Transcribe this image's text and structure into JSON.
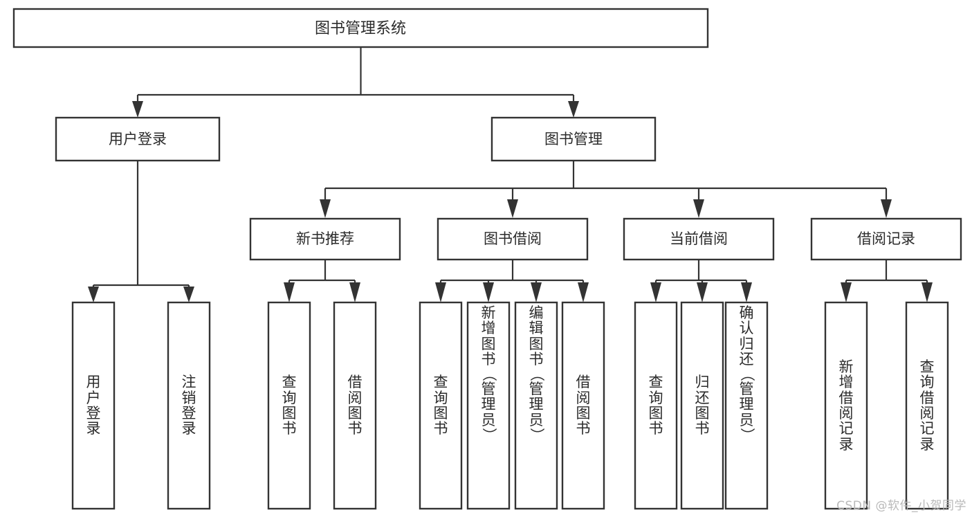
{
  "diagram": {
    "title_node": {
      "id": "root",
      "label": "图书管理系统"
    },
    "level2": [
      {
        "id": "user-login",
        "label": "用户登录"
      },
      {
        "id": "book-management",
        "label": "图书管理"
      }
    ],
    "level3": [
      {
        "id": "new-book-recommend",
        "label": "新书推荐"
      },
      {
        "id": "book-borrow",
        "label": "图书借阅"
      },
      {
        "id": "current-borrow",
        "label": "当前借阅"
      },
      {
        "id": "borrow-record",
        "label": "借阅记录"
      }
    ],
    "leaves": [
      {
        "id": "leaf-user-login",
        "label": "用户登录",
        "parent": "user-login"
      },
      {
        "id": "leaf-logout-login",
        "label": "注销登录",
        "parent": "user-login"
      },
      {
        "id": "leaf-query-book-1",
        "label": "查询图书",
        "parent": "new-book-recommend"
      },
      {
        "id": "leaf-borrow-book-1",
        "label": "借阅图书",
        "parent": "new-book-recommend"
      },
      {
        "id": "leaf-query-book-2",
        "label": "查询图书",
        "parent": "book-borrow"
      },
      {
        "id": "leaf-add-book",
        "label": "新增图书（管理员）",
        "parent": "book-borrow"
      },
      {
        "id": "leaf-edit-book",
        "label": "编辑图书（管理员）",
        "parent": "book-borrow"
      },
      {
        "id": "leaf-borrow-book-2",
        "label": "借阅图书",
        "parent": "book-borrow"
      },
      {
        "id": "leaf-query-book-3",
        "label": "查询图书",
        "parent": "current-borrow"
      },
      {
        "id": "leaf-return-book",
        "label": "归还图书",
        "parent": "current-borrow"
      },
      {
        "id": "leaf-confirm-return",
        "label": "确认归还（管理员）",
        "parent": "current-borrow"
      },
      {
        "id": "leaf-add-record",
        "label": "新增借阅记录",
        "parent": "borrow-record"
      },
      {
        "id": "leaf-query-record",
        "label": "查询借阅记录",
        "parent": "borrow-record"
      }
    ],
    "colors": {
      "box_stroke": "#333333",
      "box_fill": "#ffffff",
      "text": "#2b2b2b",
      "connector": "#333333",
      "watermark": "#b9b9b9",
      "background": "#ffffff"
    }
  },
  "watermark": {
    "text": "CSDN @软件_小贺同学"
  }
}
